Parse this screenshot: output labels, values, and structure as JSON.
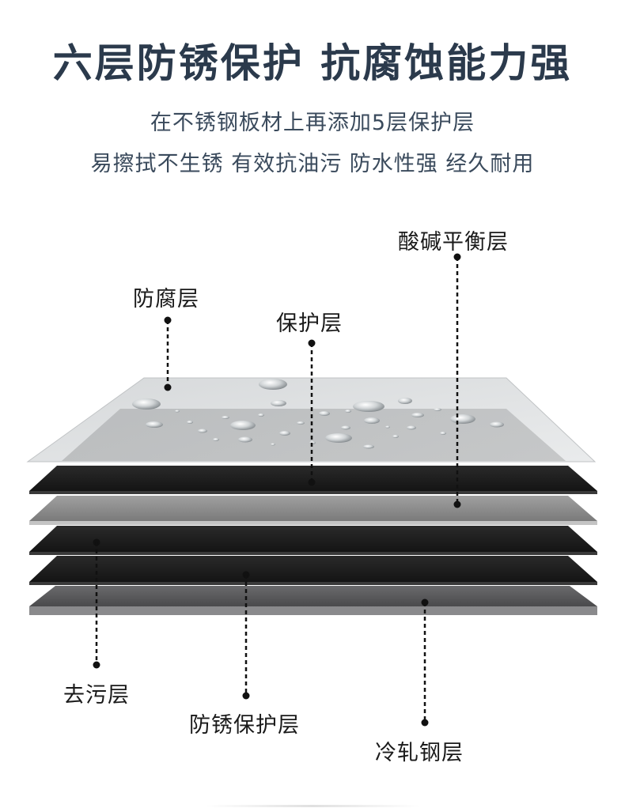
{
  "header": {
    "title": "六层防锈保护  抗腐蚀能力强",
    "subtitle_1": "在不锈钢板材上再添加5层保护层",
    "subtitle_2": "易擦拭不生锈 有效抗油污 防水性强 经久耐用"
  },
  "labels": {
    "acid_base": "酸碱平衡层",
    "anti_corrosion": "防腐层",
    "protection": "保护层",
    "stain_removal": "去污层",
    "rust_protection": "防锈保护层",
    "cold_rolled": "冷轧钢层"
  },
  "colors": {
    "title": "#2b3a4c",
    "glass_layer": "#d9dcde",
    "dark_layer": "#1e1e1e",
    "gray_layer": "#8c8c8c",
    "steel_layer": "#5a5a5c"
  }
}
